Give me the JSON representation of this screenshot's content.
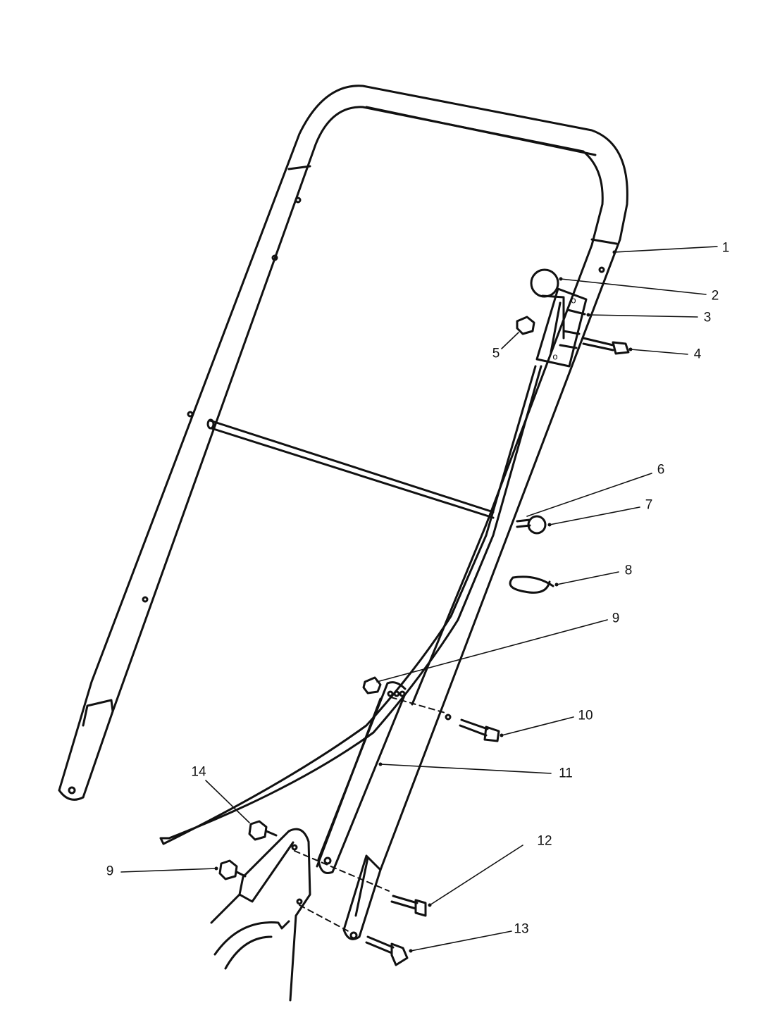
{
  "colors": {
    "ink": "#111111",
    "background": "#ffffff"
  },
  "callouts": [
    {
      "id": "1",
      "text": "1"
    },
    {
      "id": "2",
      "text": "2"
    },
    {
      "id": "3",
      "text": "3"
    },
    {
      "id": "4",
      "text": "4"
    },
    {
      "id": "5",
      "text": "5"
    },
    {
      "id": "6",
      "text": "6"
    },
    {
      "id": "7",
      "text": "7"
    },
    {
      "id": "8",
      "text": "8"
    },
    {
      "id": "9a",
      "text": "9"
    },
    {
      "id": "10",
      "text": "10"
    },
    {
      "id": "11",
      "text": "11"
    },
    {
      "id": "12",
      "text": "12"
    },
    {
      "id": "9b",
      "text": "9"
    },
    {
      "id": "13",
      "text": "13"
    },
    {
      "id": "14",
      "text": "14"
    }
  ],
  "plate_marks": {
    "top": "o",
    "bottom": "o"
  }
}
